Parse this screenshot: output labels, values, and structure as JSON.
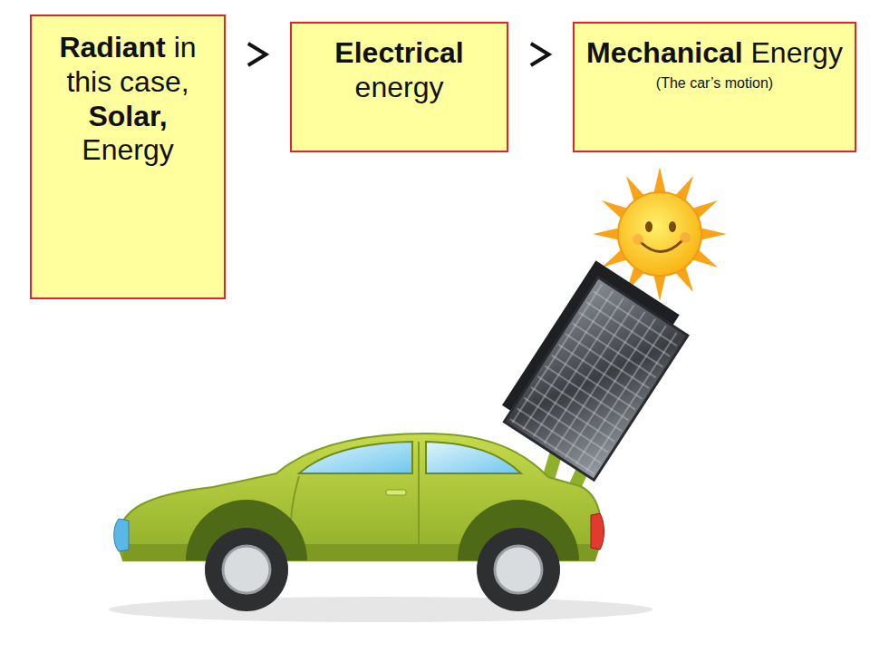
{
  "diagram": {
    "nodes": [
      {
        "text": [
          "Radiant in this case, Solar, Energy"
        ]
      },
      {
        "text": [
          "Electrical energy"
        ]
      },
      {
        "text": [
          "Mechanical Energy",
          "(The car’s motion)"
        ]
      }
    ],
    "edges": [
      {
        "from": 0,
        "to": 1,
        "arrow": "to"
      },
      {
        "from": 1,
        "to": 2,
        "arrow": "to"
      }
    ]
  }
}
